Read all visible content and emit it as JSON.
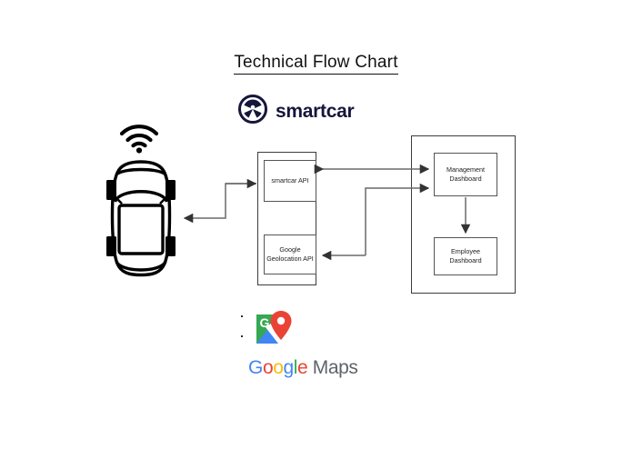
{
  "page": {
    "title": "Technical Flow Chart",
    "background_color": "#ffffff"
  },
  "brands": {
    "smartcar": {
      "name": "smartcar",
      "icon": "steering-wheel-icon",
      "color": "#16163c"
    },
    "google_maps": {
      "word_google": [
        "G",
        "o",
        "o",
        "g",
        "l",
        "e"
      ],
      "word_maps": "Maps",
      "icon": "google-maps-pin-icon",
      "colors": {
        "blue": "#4285F4",
        "red": "#EA4335",
        "yellow": "#FBBC05",
        "green": "#34A853",
        "gray": "#5F6368"
      }
    }
  },
  "diagram": {
    "vehicle": {
      "label": "car-top-view",
      "signal_icon": "wifi-icon",
      "color": "#000000"
    },
    "api_group": {
      "name": "api-container",
      "boxes": [
        {
          "id": "smartcar-api",
          "label": "smartcar API"
        },
        {
          "id": "google-geolocation-api",
          "label": "Google\nGeolocation API",
          "line1": "Google",
          "line2": "Geolocation API"
        }
      ]
    },
    "dashboard_group": {
      "name": "dashboard-container",
      "boxes": [
        {
          "id": "management-dashboard",
          "line1": "Management",
          "line2": "Dashboard"
        },
        {
          "id": "employee-dashboard",
          "line1": "Employee",
          "line2": "Dashboard"
        }
      ]
    },
    "connectors": [
      {
        "from": "api-container",
        "to": "car",
        "type": "elbow-arrow-left"
      },
      {
        "from": "smartcar-api",
        "to": "management-dashboard",
        "type": "double-arrow"
      },
      {
        "from": "google-geolocation-api",
        "to": "management-dashboard",
        "type": "elbow-arrow"
      },
      {
        "from": "management-dashboard",
        "to": "employee-dashboard",
        "type": "arrow-down"
      }
    ],
    "stroke_color": "#4a4a4a"
  }
}
